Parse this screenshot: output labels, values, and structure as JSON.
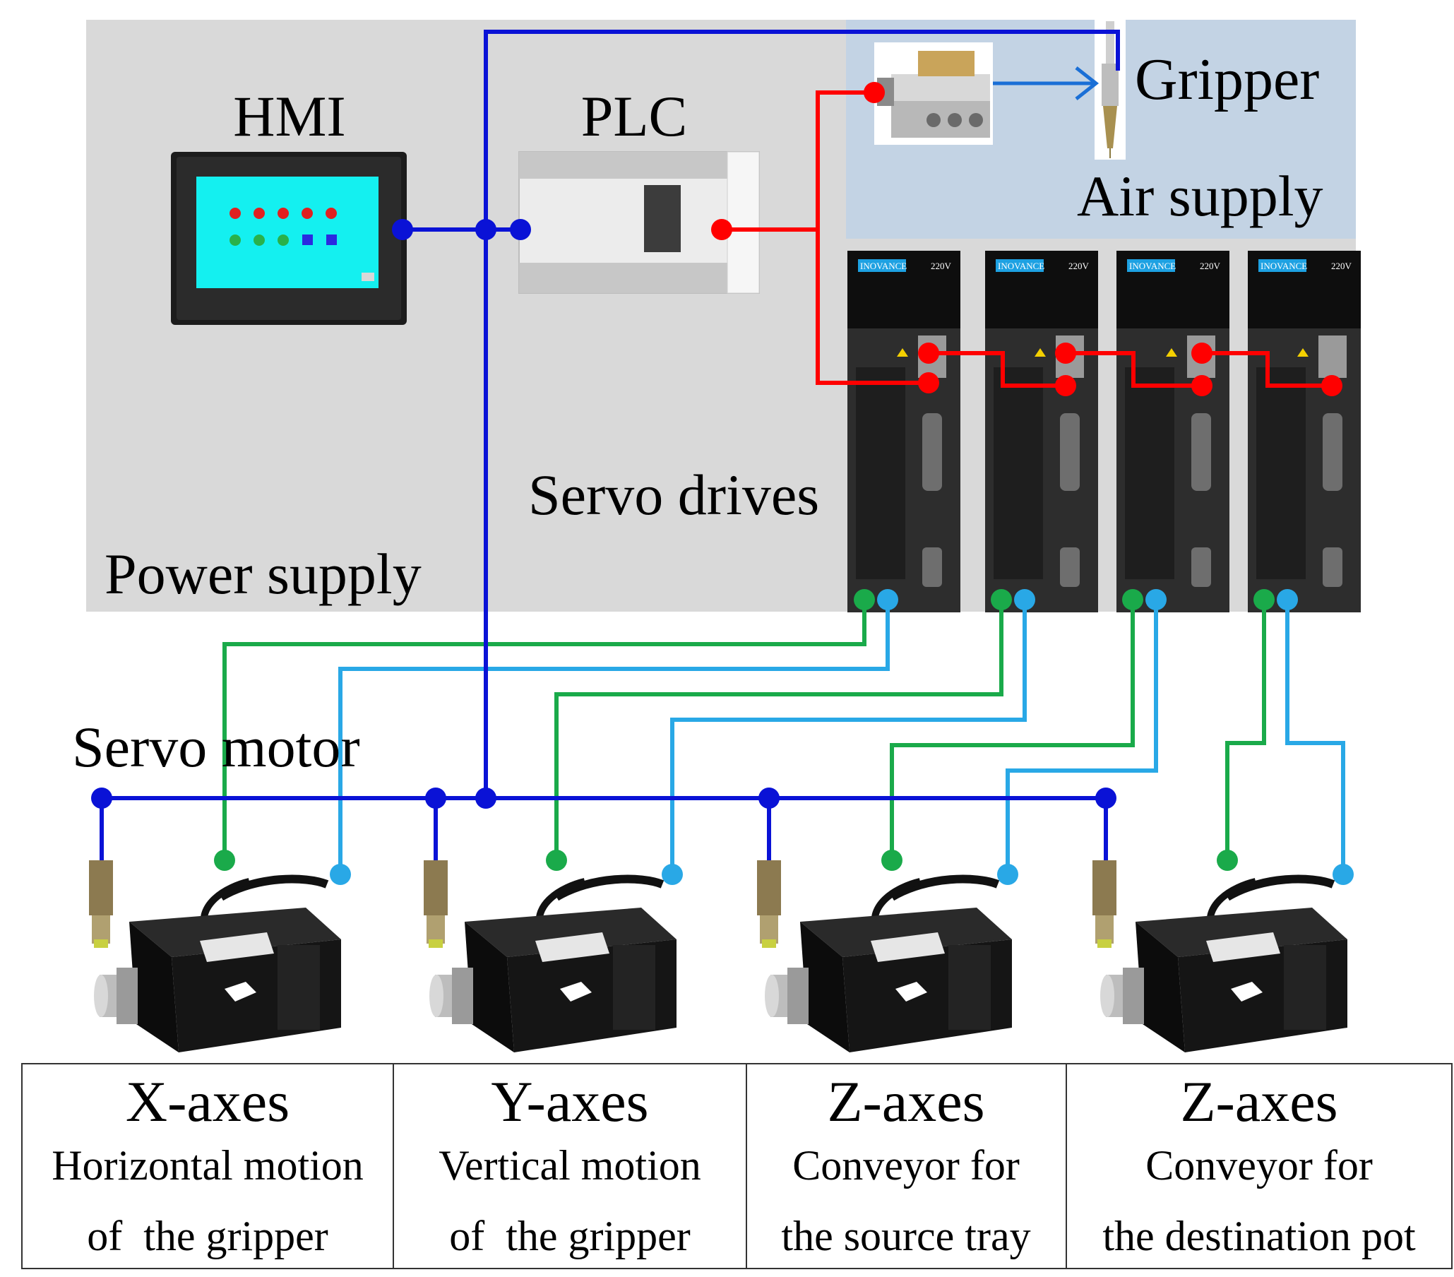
{
  "labels": {
    "hmi": "HMI",
    "plc": "PLC",
    "gripper": "Gripper",
    "air_supply": "Air supply",
    "servo_drives": "Servo drives",
    "power_supply": "Power supply",
    "servo_motor": "Servo motor"
  },
  "drive": {
    "brand": "INOVANCE",
    "voltage": "220V"
  },
  "axes": [
    {
      "title": "X-axes",
      "line1": "Horizontal motion",
      "line2": "of  the gripper"
    },
    {
      "title": "Y-axes",
      "line1": "Vertical motion",
      "line2": "of  the gripper"
    },
    {
      "title": "Z-axes",
      "line1": "Conveyor for",
      "line2": "the source tray"
    },
    {
      "title": "Z-axes",
      "line1": "Conveyor for",
      "line2": "the destination pot"
    }
  ],
  "colors": {
    "power_line": "#0a12d6",
    "ethercat_line": "#ff0000",
    "motor_power_line": "#1aaa4a",
    "encoder_line": "#29a8e6",
    "power_panel": "#d9d9d9",
    "air_panel": "#c3d3e4",
    "hmi_screen": "#14f0f0"
  }
}
